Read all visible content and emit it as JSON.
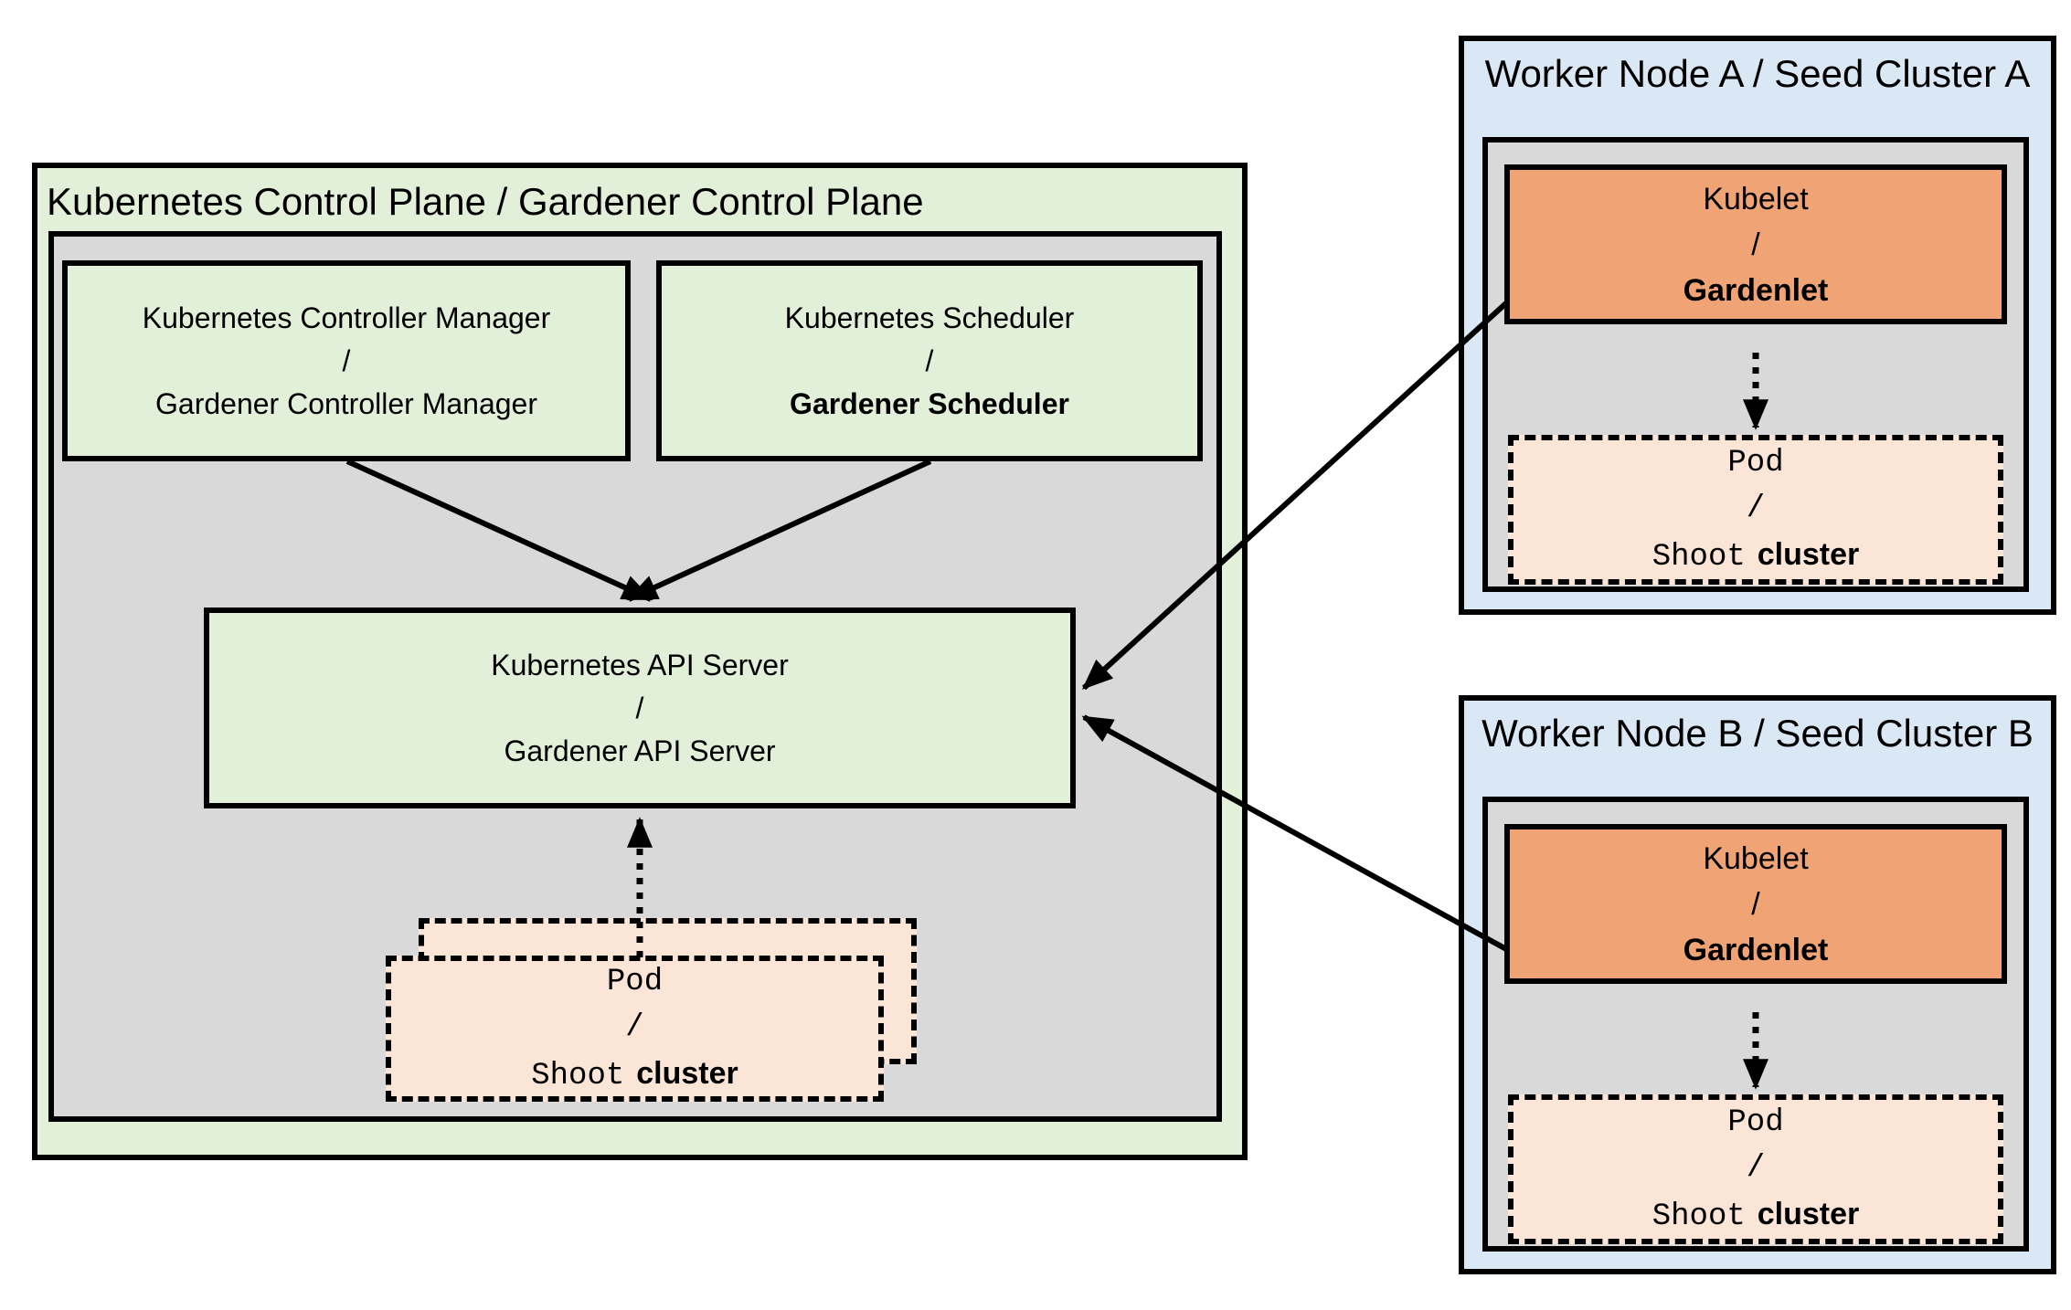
{
  "diagram": {
    "control_plane": {
      "title": "Kubernetes Control Plane / Gardener Control Plane",
      "controller_manager": {
        "line1": "Kubernetes Controller Manager",
        "line2": "/",
        "line3": "Gardener Controller Manager"
      },
      "scheduler": {
        "line1": "Kubernetes Scheduler",
        "line2": "/",
        "line3": "Gardener Scheduler"
      },
      "api_server": {
        "line1": "Kubernetes API Server",
        "line2": "/",
        "line3": "Gardener API Server"
      },
      "pod_shoot": {
        "line1": "Pod",
        "line2": "/",
        "line3_code": "Shoot",
        "line3_text": "cluster"
      }
    },
    "worker_node_a": {
      "title": "Worker Node A / Seed Cluster A",
      "kubelet": {
        "line1": "Kubelet",
        "line2": "/",
        "line3": "Gardenlet"
      },
      "pod_shoot": {
        "line1": "Pod",
        "line2": "/",
        "line3_code": "Shoot",
        "line3_text": "cluster"
      }
    },
    "worker_node_b": {
      "title": "Worker Node B / Seed Cluster B",
      "kubelet": {
        "line1": "Kubelet",
        "line2": "/",
        "line3": "Gardenlet"
      },
      "pod_shoot": {
        "line1": "Pod",
        "line2": "/",
        "line3_code": "Shoot",
        "line3_text": "cluster"
      }
    },
    "colors": {
      "control_plane_fill": "#E2EFD9",
      "inner_panel_fill": "#D9D9D9",
      "worker_node_fill": "#DAE7F4",
      "kubelet_fill": "#F0A476",
      "pod_fill": "#FBE5D6",
      "line_color": "#000000"
    }
  }
}
